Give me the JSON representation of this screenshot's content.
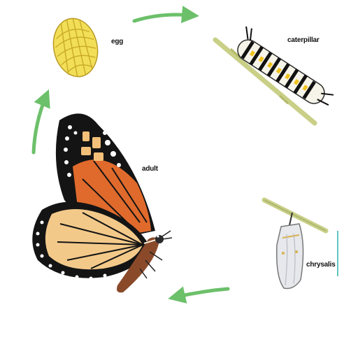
{
  "labels": {
    "egg": "egg",
    "caterpillar": "caterpillar",
    "adult": "adult",
    "chrysalis": "chrysalis"
  },
  "colors": {
    "arrow": "#6cc06a",
    "egg": "#f2df57",
    "egg_lines": "#c9a928",
    "twig": "#c9cf86",
    "wing_orange": "#e06a2c",
    "wing_pale": "#f3c98a",
    "wing_black": "#141414",
    "chrysalis": "#e7e8ec"
  }
}
